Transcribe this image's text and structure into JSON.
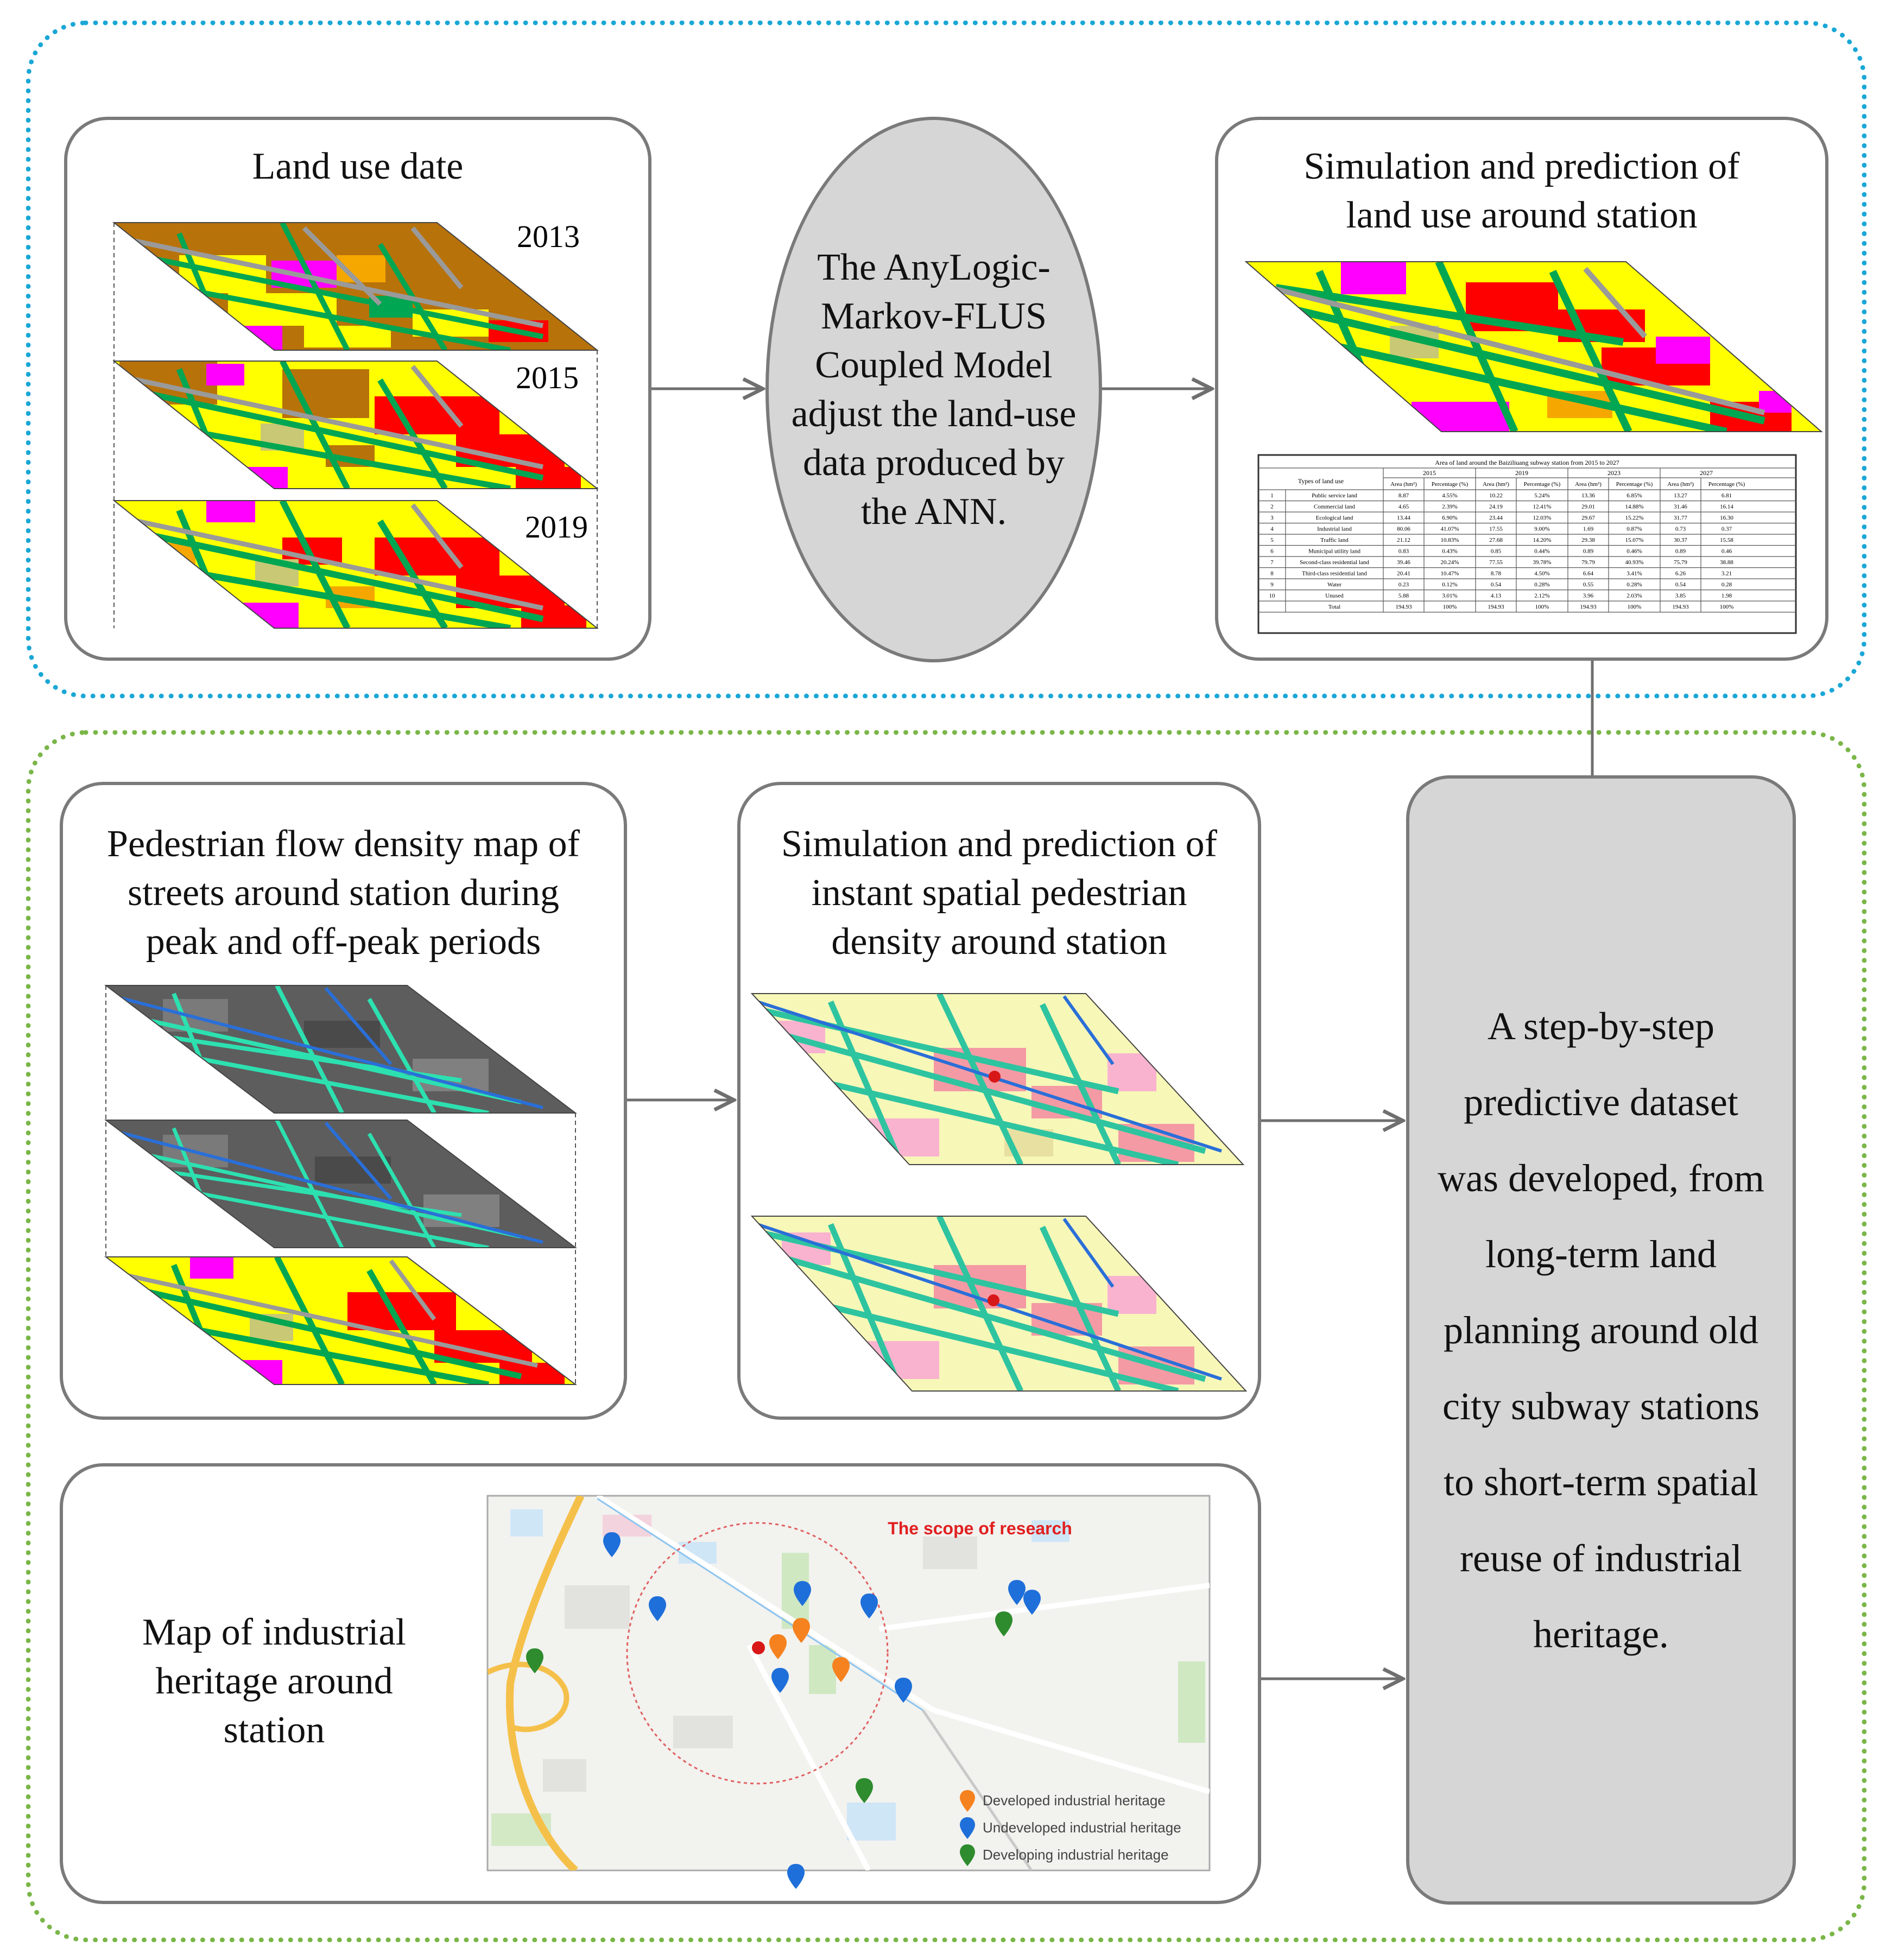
{
  "land_use_card": {
    "title": "Land use date",
    "years": [
      "2013",
      "2015",
      "2019"
    ]
  },
  "model": {
    "text": "The AnyLogic-Markov-FLUS Coupled Model adjust the land-use data produced by the ANN."
  },
  "simulation_land_use": {
    "title_line1": "Simulation and prediction of",
    "title_line2": "land use around station",
    "table": {
      "caption": "Area of land around the Baiziliuang subway station from 2015 to 2027",
      "type_header": "Types of land use",
      "years": [
        "2015",
        "2019",
        "2023",
        "2027"
      ],
      "subheaders": [
        "Area (hm²)",
        "Percentage (%)"
      ],
      "rows": [
        [
          "1",
          "Public service land",
          "8.87",
          "4.55%",
          "10.22",
          "5.24%",
          "13.36",
          "6.85%",
          "13.27",
          "6.81"
        ],
        [
          "2",
          "Commercial land",
          "4.65",
          "2.39%",
          "24.19",
          "12.41%",
          "29.01",
          "14.88%",
          "31.46",
          "16.14"
        ],
        [
          "3",
          "Ecological land",
          "13.44",
          "6.90%",
          "23.44",
          "12.03%",
          "29.67",
          "15.22%",
          "31.77",
          "16.30"
        ],
        [
          "4",
          "Industrial land",
          "80.06",
          "41.07%",
          "17.55",
          "9.00%",
          "1.69",
          "0.87%",
          "0.73",
          "0.37"
        ],
        [
          "5",
          "Traffic land",
          "21.12",
          "10.83%",
          "27.68",
          "14.20%",
          "29.38",
          "15.07%",
          "30.37",
          "15.58"
        ],
        [
          "6",
          "Municipal utility land",
          "0.83",
          "0.43%",
          "0.85",
          "0.44%",
          "0.89",
          "0.46%",
          "0.89",
          "0.46"
        ],
        [
          "7",
          "Second-class residential land",
          "39.46",
          "20.24%",
          "77.55",
          "39.78%",
          "79.79",
          "40.93%",
          "75.79",
          "38.88"
        ],
        [
          "8",
          "Third-class residential land",
          "20.41",
          "10.47%",
          "8.78",
          "4.50%",
          "6.64",
          "3.41%",
          "6.26",
          "3.21"
        ],
        [
          "9",
          "Water",
          "0.23",
          "0.12%",
          "0.54",
          "0.28%",
          "0.55",
          "0.28%",
          "0.54",
          "0.28"
        ],
        [
          "10",
          "Unused",
          "5.88",
          "3.01%",
          "4.13",
          "2.12%",
          "3.96",
          "2.03%",
          "3.85",
          "1.98"
        ],
        [
          "",
          "Total",
          "194.93",
          "100%",
          "194.93",
          "100%",
          "194.93",
          "100%",
          "194.93",
          "100%"
        ]
      ]
    }
  },
  "pedestrian_flow": {
    "title_line1": "Pedestrian flow density map of",
    "title_line2": "streets around station  during",
    "title_line3": "peak and off-peak periods"
  },
  "instant_density": {
    "title_line1": "Simulation and prediction of",
    "title_line2": "instant spatial pedestrian",
    "title_line3": "density around station"
  },
  "industrial_heritage": {
    "title_line1": "Map of industrial",
    "title_line2": "heritage around",
    "title_line3": "station",
    "map": {
      "scope_label": "The scope of research",
      "legend": [
        {
          "label": "Developed industrial heritage",
          "color": "#f5821f"
        },
        {
          "label": "Undeveloped industrial heritage",
          "color": "#1e6fd9"
        },
        {
          "label": "Developing industrial heritage",
          "color": "#2e8b2e"
        }
      ]
    }
  },
  "final": {
    "lines": [
      "A step-by-step",
      "predictive dataset",
      "was developed, from",
      "long-term land",
      "planning around old",
      "city subway stations",
      "to short-term spatial",
      "reuse of industrial",
      "heritage."
    ]
  },
  "colors": {
    "blue_region": "#1aa7d6",
    "green_region": "#7ab648",
    "ellipse_fill": "#d6d6d6",
    "card_border": "#7a7a7a",
    "arrow": "#6f6f6f"
  }
}
